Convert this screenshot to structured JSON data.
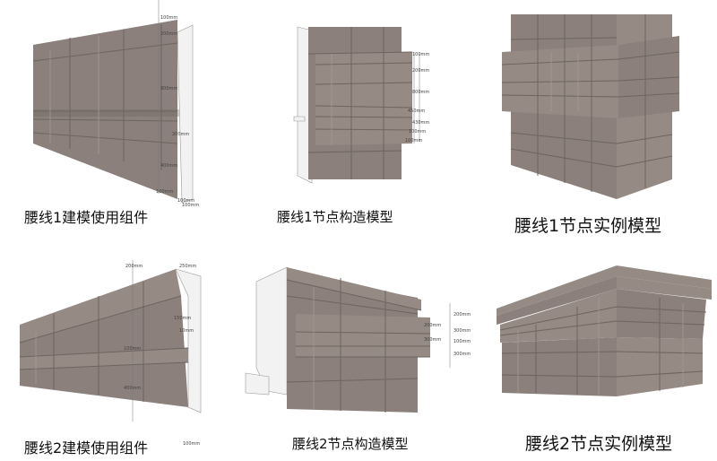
{
  "panels": [
    {
      "caption": "腰线1建模使用组件",
      "dimensions": [
        "100mm",
        "200mm",
        "800mm",
        "200mm",
        "400mm",
        "100mm",
        "100mm",
        "100mm"
      ]
    },
    {
      "caption": "腰线1节点构造模型",
      "dimensions": [
        "100mm",
        "200mm",
        "800mm",
        "450mm",
        "430mm",
        "100mm",
        "100mm"
      ]
    },
    {
      "caption": "腰线1节点实例模型"
    },
    {
      "caption": "腰线2建模使用组件",
      "dimensions": [
        "200mm",
        "250mm",
        "150mm",
        "10mm",
        "100mm",
        "400mm",
        "100mm"
      ]
    },
    {
      "caption": "腰线2节点构造模型",
      "dimensions": [
        "200mm",
        "200mm",
        "300mm",
        "300mm",
        "100mm",
        "300mm"
      ]
    },
    {
      "caption": "腰线2节点实例模型"
    }
  ],
  "colors": {
    "stone": "#8b807b",
    "stone_light": "#958a84",
    "joint": "#6e655f",
    "background": "#ffffff"
  }
}
